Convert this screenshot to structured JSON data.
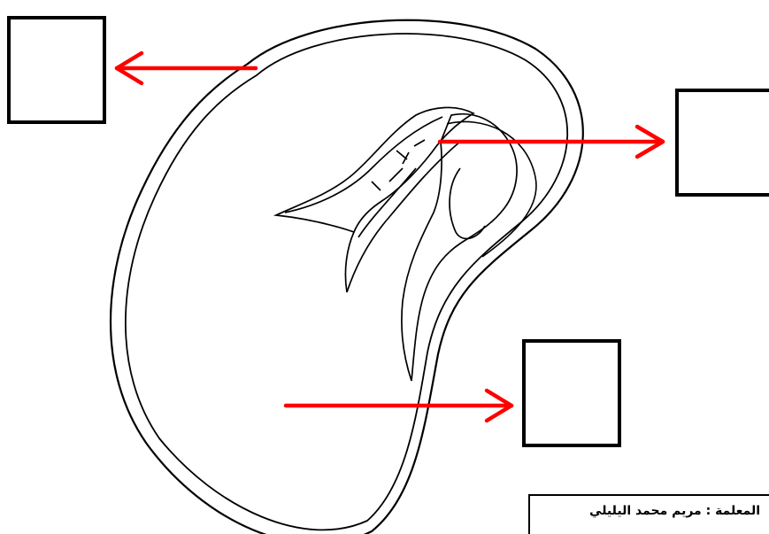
{
  "footer": {
    "teacher_credit": "المعلمة : مريم محمد اليليلي"
  },
  "colors": {
    "arrow": "#ff0000",
    "outline": "#000000",
    "background": "#ffffff"
  },
  "label_boxes": [
    {
      "name": "label-box-seed-coat",
      "text": ""
    },
    {
      "name": "label-box-embryo",
      "text": ""
    },
    {
      "name": "label-box-cotyledon",
      "text": ""
    }
  ]
}
